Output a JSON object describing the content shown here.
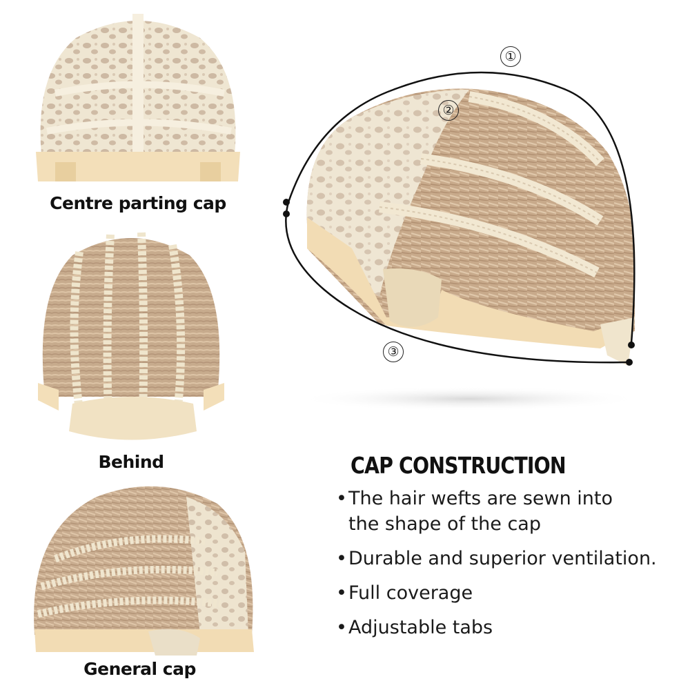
{
  "panels": {
    "top": {
      "caption": "Centre parting cap"
    },
    "middle": {
      "caption": "Behind"
    },
    "bottom": {
      "caption": "General cap"
    }
  },
  "diagram": {
    "markers": [
      "①",
      "②",
      "③"
    ]
  },
  "section": {
    "heading": "CAP CONSTRUCTION",
    "bullet_glyph": "•",
    "bullets": [
      [
        "The hair wefts are sewn into",
        "the shape of the cap"
      ],
      [
        "Durable and superior ventilation."
      ],
      [
        "Full coverage"
      ],
      [
        "Adjustable tabs"
      ]
    ]
  },
  "colors": {
    "lace": "#efe6cf",
    "hair": "#c9ad8f",
    "band": "#f2dcb4",
    "text": "#111111"
  }
}
